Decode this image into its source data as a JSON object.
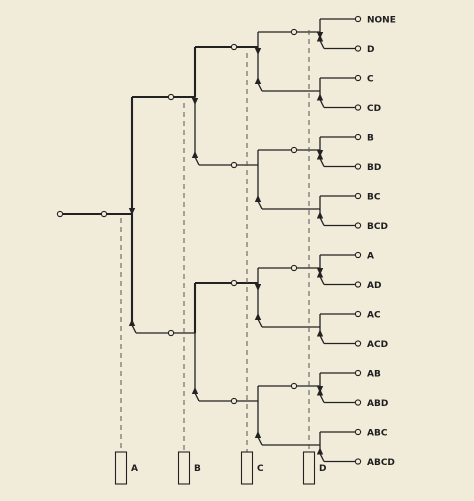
{
  "outputs": [
    "NONE",
    "D",
    "C",
    "CD",
    "B",
    "BD",
    "BC",
    "BCD",
    "A",
    "AD",
    "AC",
    "ACD",
    "AB",
    "ABD",
    "ABC",
    "ABCD"
  ],
  "coils": [
    "A",
    "B",
    "C",
    "D"
  ]
}
